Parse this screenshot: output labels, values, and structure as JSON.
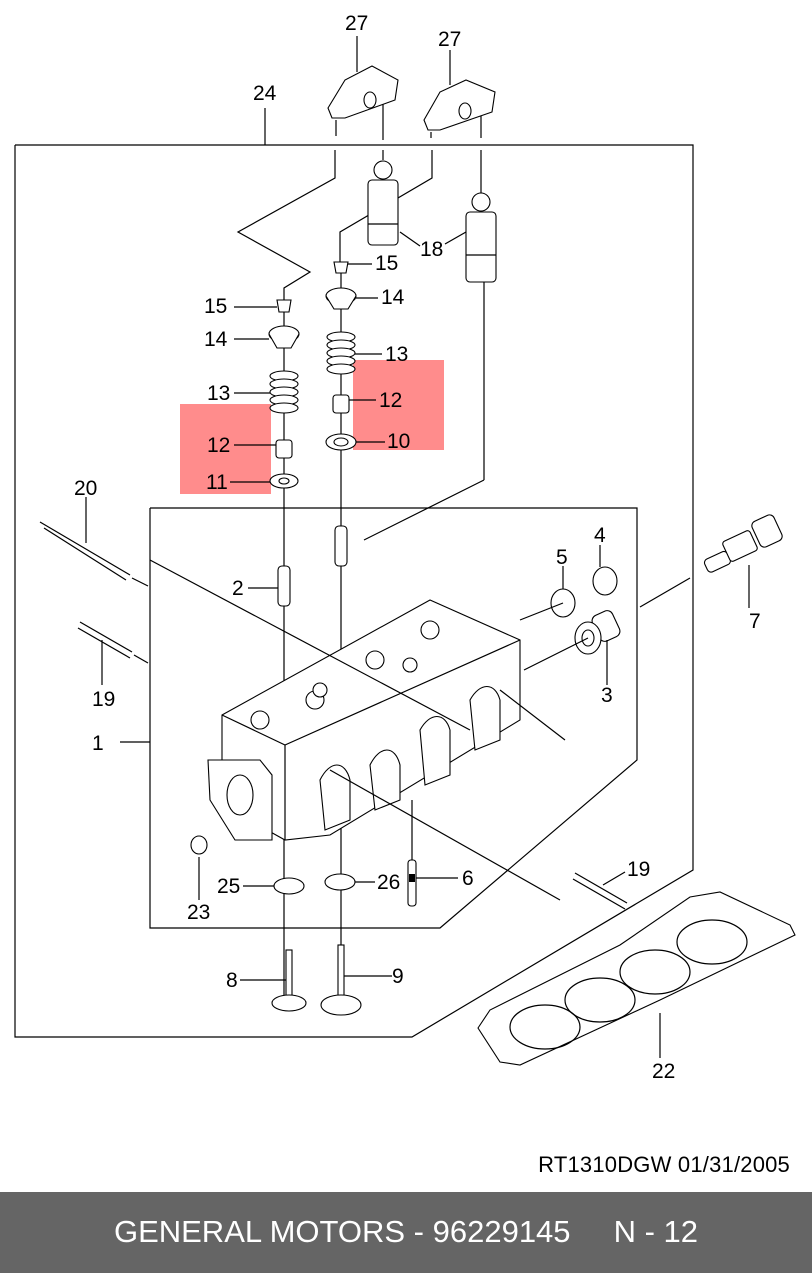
{
  "diagram": {
    "title": "Cylinder head exploded parts diagram",
    "highlight_color": "#ff7f7f",
    "callouts": [
      {
        "id": "c27a",
        "label": "27",
        "part": "rocker-arm"
      },
      {
        "id": "c27b",
        "label": "27",
        "part": "rocker-arm"
      },
      {
        "id": "c24",
        "label": "24",
        "part": "valve-train-assembly"
      },
      {
        "id": "c18",
        "label": "18",
        "part": "hydraulic-lifter"
      },
      {
        "id": "c15a",
        "label": "15",
        "part": "valve-keeper"
      },
      {
        "id": "c15b",
        "label": "15",
        "part": "valve-keeper"
      },
      {
        "id": "c14a",
        "label": "14",
        "part": "spring-retainer"
      },
      {
        "id": "c14b",
        "label": "14",
        "part": "spring-retainer"
      },
      {
        "id": "c13a",
        "label": "13",
        "part": "valve-spring"
      },
      {
        "id": "c13b",
        "label": "13",
        "part": "valve-spring"
      },
      {
        "id": "c12a",
        "label": "12",
        "part": "valve-stem-seal",
        "highlighted": true
      },
      {
        "id": "c12b",
        "label": "12",
        "part": "valve-stem-seal",
        "highlighted": true
      },
      {
        "id": "c11",
        "label": "11",
        "part": "spring-seat"
      },
      {
        "id": "c10",
        "label": "10",
        "part": "spring-seat"
      },
      {
        "id": "c20",
        "label": "20",
        "part": "stud"
      },
      {
        "id": "c19a",
        "label": "19",
        "part": "stud"
      },
      {
        "id": "c19b",
        "label": "19",
        "part": "stud"
      },
      {
        "id": "c2",
        "label": "2",
        "part": "valve-guide"
      },
      {
        "id": "c1",
        "label": "1",
        "part": "cylinder-head"
      },
      {
        "id": "c5",
        "label": "5",
        "part": "plug"
      },
      {
        "id": "c4",
        "label": "4",
        "part": "plug"
      },
      {
        "id": "c3",
        "label": "3",
        "part": "plug"
      },
      {
        "id": "c7",
        "label": "7",
        "part": "temperature-sensor"
      },
      {
        "id": "c6",
        "label": "6",
        "part": "dowel-pin"
      },
      {
        "id": "c23",
        "label": "23",
        "part": "nut"
      },
      {
        "id": "c25",
        "label": "25",
        "part": "valve-seat-insert"
      },
      {
        "id": "c26",
        "label": "26",
        "part": "valve-seat-insert"
      },
      {
        "id": "c8",
        "label": "8",
        "part": "intake-valve"
      },
      {
        "id": "c9",
        "label": "9",
        "part": "exhaust-valve"
      },
      {
        "id": "c22",
        "label": "22",
        "part": "head-gasket"
      }
    ]
  },
  "doc_code": "RT1310DGW  01/31/2005",
  "footer": {
    "text": "GENERAL MOTORS - 96229145     N - 12"
  }
}
